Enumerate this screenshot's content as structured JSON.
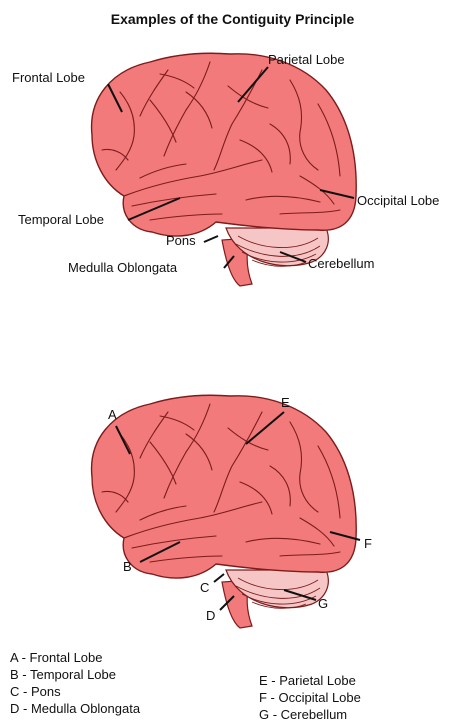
{
  "title": "Examples of the Contiguity Principle",
  "colors": {
    "brain_fill": "#f27a7a",
    "brain_stroke": "#7d1c1c",
    "cerebellum": "#f6c6c6",
    "leader": "#111111"
  },
  "top_labels": {
    "frontal": "Frontal Lobe",
    "parietal": "Parietal Lobe",
    "occipital": "Occipital Lobe",
    "temporal": "Temporal Lobe",
    "pons": "Pons",
    "medulla": "Medulla Oblongata",
    "cerebellum": "Cerebellum"
  },
  "bottom_labels": {
    "a": "A",
    "b": "B",
    "c": "C",
    "d": "D",
    "e": "E",
    "f": "F",
    "g": "G"
  },
  "legend_left": [
    "A - Frontal Lobe",
    "B - Temporal Lobe",
    "C - Pons",
    "D - Medulla Oblongata"
  ],
  "legend_right": [
    "E - Parietal Lobe",
    "F - Occipital Lobe",
    "G - Cerebellum"
  ]
}
